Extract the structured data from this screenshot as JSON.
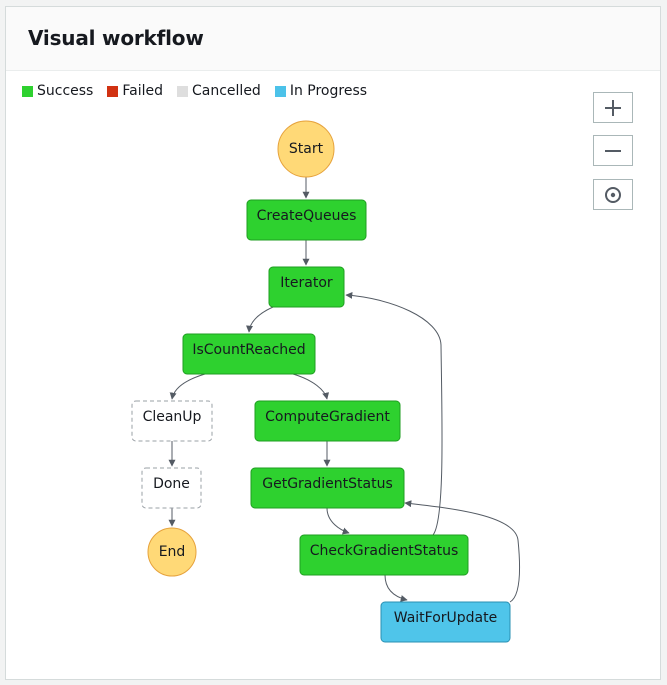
{
  "panel": {
    "title": "Visual workflow"
  },
  "legend": [
    {
      "label": "Success",
      "color": "#2ed12f"
    },
    {
      "label": "Failed",
      "color": "#d13212"
    },
    {
      "label": "Cancelled",
      "color": "#dedede"
    },
    {
      "label": "In Progress",
      "color": "#4cc2e9"
    }
  ],
  "zoom_controls": {
    "zoom_in_icon": "plus-icon",
    "zoom_out_icon": "minus-icon",
    "center_icon": "target-icon"
  },
  "workflow": {
    "nodes": [
      {
        "id": "start",
        "label": "Start",
        "kind": "terminal"
      },
      {
        "id": "create-queues",
        "label": "CreateQueues",
        "kind": "success"
      },
      {
        "id": "iterator",
        "label": "Iterator",
        "kind": "success"
      },
      {
        "id": "is-count-reached",
        "label": "IsCountReached",
        "kind": "success"
      },
      {
        "id": "clean-up",
        "label": "CleanUp",
        "kind": "not-run"
      },
      {
        "id": "done",
        "label": "Done",
        "kind": "not-run"
      },
      {
        "id": "end",
        "label": "End",
        "kind": "terminal"
      },
      {
        "id": "compute-gradient",
        "label": "ComputeGradient",
        "kind": "success"
      },
      {
        "id": "get-gradient-status",
        "label": "GetGradientStatus",
        "kind": "success"
      },
      {
        "id": "check-gradient-status",
        "label": "CheckGradientStatus",
        "kind": "success"
      },
      {
        "id": "wait-for-update",
        "label": "WaitForUpdate",
        "kind": "in-progress"
      }
    ],
    "edges": [
      {
        "from": "start",
        "to": "create-queues"
      },
      {
        "from": "create-queues",
        "to": "iterator"
      },
      {
        "from": "iterator",
        "to": "is-count-reached"
      },
      {
        "from": "is-count-reached",
        "to": "clean-up"
      },
      {
        "from": "is-count-reached",
        "to": "compute-gradient"
      },
      {
        "from": "clean-up",
        "to": "done"
      },
      {
        "from": "done",
        "to": "end"
      },
      {
        "from": "compute-gradient",
        "to": "get-gradient-status"
      },
      {
        "from": "get-gradient-status",
        "to": "check-gradient-status"
      },
      {
        "from": "check-gradient-status",
        "to": "wait-for-update"
      },
      {
        "from": "check-gradient-status",
        "to": "iterator"
      },
      {
        "from": "wait-for-update",
        "to": "get-gradient-status"
      }
    ]
  }
}
